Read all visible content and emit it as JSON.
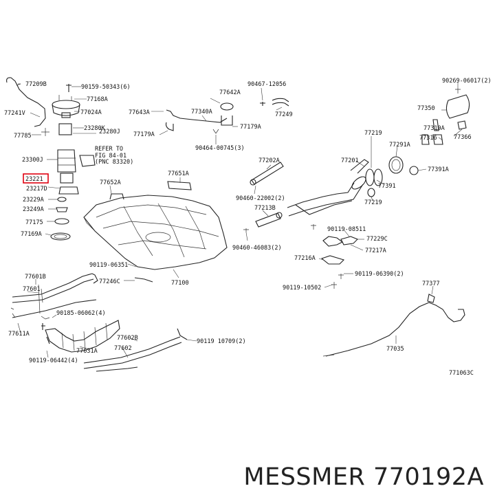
{
  "labels": {
    "l77209b": "77209B",
    "l9015950343": "90159-50343(6)",
    "l77168a": "77168A",
    "l77241v": "77241V",
    "l77024a": "77024A",
    "l23280k": "23280K",
    "l23280j": "23280J",
    "l77785": "77785",
    "refer1": "REFER TO",
    "refer2": "FIG 84-01",
    "refer3": "(PNC 83320)",
    "l23300j": "23300J",
    "l23221": "23221",
    "l23217d": "23217D",
    "l23229a": "23229A",
    "l23249a": "23249A",
    "l77175": "77175",
    "l77169a": "77169A",
    "l77642a": "77642A",
    "l9046712056": "90467-12056",
    "l77643a": "77643A",
    "l77340a": "77340A",
    "l77249": "77249",
    "l77179a_r": "77179A",
    "l77179a_l": "77179A",
    "l9046400745": "90464-00745(3)",
    "l77651a": "77651A",
    "l77202a": "77202A",
    "l77652a": "77652A",
    "l9046022002": "90460-22002(2)",
    "l77213b": "77213B",
    "l9046046083": "90460-46083(2)",
    "l9011906351": "90119-06351",
    "l77246c": "77246C",
    "l77100": "77100",
    "l77601b": "77601B",
    "l77601": "77601",
    "l9018506062": "90185-06062(4)",
    "l77611a": "77611A",
    "l77631a": "77631A",
    "l9011906442": "90119-06442(4)",
    "l77602b": "77602B",
    "l77602": "77602",
    "l9011910709": "90119 10709(2)",
    "l9026906017": "90269-06017(2)",
    "l77350": "77350",
    "l77310a": "77310A",
    "l77316": "77316",
    "l77366": "77366",
    "l77219_top": "77219",
    "l77201": "77201",
    "l77291a": "77291A",
    "l77391a": "77391A",
    "l77391": "77391",
    "l77219_bot": "77219",
    "l9011908511": "90119-08511",
    "l77229c": "77229C",
    "l77217a": "77217A",
    "l77216a": "77216A",
    "l9011906390": "90119-06390(2)",
    "l9011910502": "90119-10502",
    "l77377": "77377",
    "l77035": "77035",
    "diagram_id": "771063C"
  },
  "highlight": {
    "part": "23221",
    "color": "#e0000f"
  },
  "footer": {
    "brand": "MESSMER",
    "part_number": "770192A"
  }
}
